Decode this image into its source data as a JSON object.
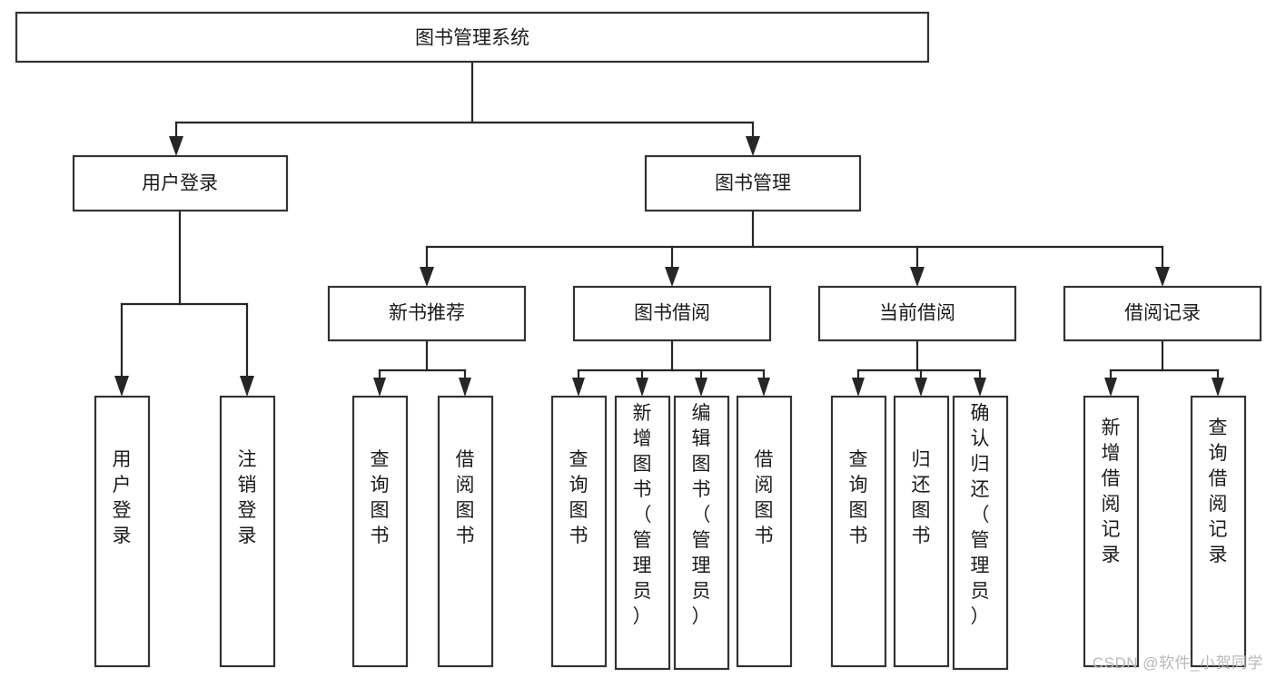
{
  "diagram": {
    "title": "图书管理系统",
    "type": "tree",
    "watermark": "CSDN @软件_小贺同学",
    "colors": {
      "box_stroke": "#333333",
      "box_fill": "#ffffff",
      "connector": "#262626",
      "text": "#1b1b1b",
      "watermark": "#b8b8b8",
      "background": "#ffffff"
    },
    "root": {
      "label": "图书管理系统",
      "level": 0
    },
    "level2": [
      {
        "label": "用户登录"
      },
      {
        "label": "图书管理"
      }
    ],
    "level3": [
      {
        "label": "新书推荐"
      },
      {
        "label": "图书借阅"
      },
      {
        "label": "当前借阅"
      },
      {
        "label": "借阅记录"
      }
    ],
    "leaves": {
      "user_login": [
        {
          "label": "用户登录"
        },
        {
          "label": "注销登录"
        }
      ],
      "new_book_recommend": [
        {
          "label": "查询图书"
        },
        {
          "label": "借阅图书"
        }
      ],
      "book_borrow": [
        {
          "label": "查询图书"
        },
        {
          "label": "新增图书（管理员）"
        },
        {
          "label": "编辑图书（管理员）"
        },
        {
          "label": "借阅图书"
        }
      ],
      "current_borrow": [
        {
          "label": "查询图书"
        },
        {
          "label": "归还图书"
        },
        {
          "label": "确认归还（管理员）"
        }
      ],
      "borrow_record": [
        {
          "label": "新增借阅记录"
        },
        {
          "label": "查询借阅记录"
        }
      ]
    }
  },
  "chart_data": {
    "type": "table",
    "title": "图书管理系统",
    "nodes": [
      {
        "id": "root",
        "label": "图书管理系统",
        "level": 0,
        "parent": null
      },
      {
        "id": "user-login",
        "label": "用户登录",
        "level": 1,
        "parent": "root"
      },
      {
        "id": "book-mgmt",
        "label": "图书管理",
        "level": 1,
        "parent": "root"
      },
      {
        "id": "leaf-user-login",
        "label": "用户登录",
        "level": 2,
        "parent": "user-login"
      },
      {
        "id": "leaf-logout",
        "label": "注销登录",
        "level": 2,
        "parent": "user-login"
      },
      {
        "id": "new-book",
        "label": "新书推荐",
        "level": 2,
        "parent": "book-mgmt"
      },
      {
        "id": "book-borrow",
        "label": "图书借阅",
        "level": 2,
        "parent": "book-mgmt"
      },
      {
        "id": "current-borrow",
        "label": "当前借阅",
        "level": 2,
        "parent": "book-mgmt"
      },
      {
        "id": "borrow-record",
        "label": "借阅记录",
        "level": 2,
        "parent": "book-mgmt"
      },
      {
        "id": "nb-query",
        "label": "查询图书",
        "level": 3,
        "parent": "new-book"
      },
      {
        "id": "nb-borrow",
        "label": "借阅图书",
        "level": 3,
        "parent": "new-book"
      },
      {
        "id": "bb-query",
        "label": "查询图书",
        "level": 3,
        "parent": "book-borrow"
      },
      {
        "id": "bb-add",
        "label": "新增图书（管理员）",
        "level": 3,
        "parent": "book-borrow"
      },
      {
        "id": "bb-edit",
        "label": "编辑图书（管理员）",
        "level": 3,
        "parent": "book-borrow"
      },
      {
        "id": "bb-borrow",
        "label": "借阅图书",
        "level": 3,
        "parent": "book-borrow"
      },
      {
        "id": "cb-query",
        "label": "查询图书",
        "level": 3,
        "parent": "current-borrow"
      },
      {
        "id": "cb-return",
        "label": "归还图书",
        "level": 3,
        "parent": "current-borrow"
      },
      {
        "id": "cb-confirm",
        "label": "确认归还（管理员）",
        "level": 3,
        "parent": "current-borrow"
      },
      {
        "id": "br-add",
        "label": "新增借阅记录",
        "level": 3,
        "parent": "borrow-record"
      },
      {
        "id": "br-query",
        "label": "查询借阅记录",
        "level": 3,
        "parent": "borrow-record"
      }
    ]
  }
}
